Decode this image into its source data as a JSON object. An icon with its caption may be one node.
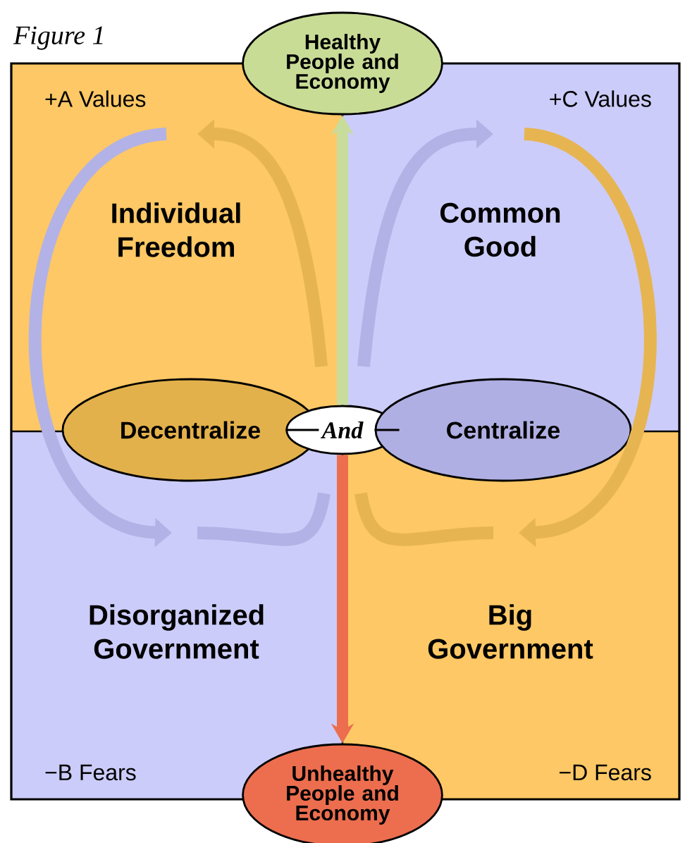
{
  "diagram": {
    "nodes": [
      {
        "text": [
          "Healthy People and Economy"
        ]
      },
      {
        "text": [
          "+A Values",
          "Individual Freedom"
        ]
      },
      {
        "text": [
          "+C Values",
          "Common Good"
        ]
      },
      {
        "text": [
          "Disorganized Government",
          "−B Fears"
        ]
      },
      {
        "text": [
          "Big Government",
          "−D Fears"
        ]
      },
      {
        "text": [
          "Decentralize"
        ]
      },
      {
        "text": [
          "And"
        ]
      },
      {
        "text": [
          "Centralize"
        ]
      },
      {
        "text": [
          "Unhealthy People and Economy"
        ]
      }
    ],
    "edges": [
      {
        "from": 6,
        "to": 0,
        "arrow": "to",
        "color": "#c8dc9c"
      },
      {
        "from": 6,
        "to": 8,
        "arrow": "to",
        "color": "#ec6e4e"
      },
      {
        "from": 5,
        "to": 6,
        "arrow": "none"
      },
      {
        "from": 6,
        "to": 7,
        "arrow": "none"
      },
      {
        "from": 1,
        "to": 3,
        "arrow": "to",
        "color": "#b3b2e6"
      },
      {
        "from": 2,
        "to": 4,
        "arrow": "to",
        "color": "#e6b552"
      }
    ],
    "labels": [
      "Figure 1"
    ]
  }
}
